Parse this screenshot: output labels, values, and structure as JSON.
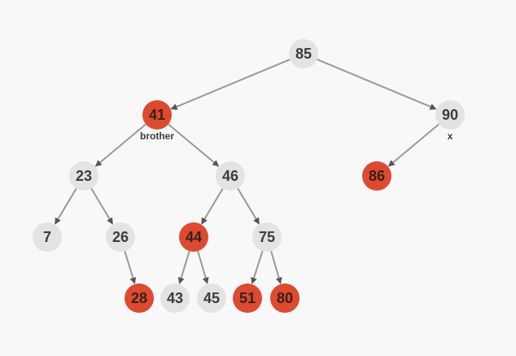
{
  "colors": {
    "black_node": "#e3e3e3",
    "red_node": "#dc4a30",
    "edge": "#999999"
  },
  "tree": {
    "nodes": [
      {
        "id": "n85",
        "label": "85",
        "color": "black"
      },
      {
        "id": "n41",
        "label": "41",
        "color": "red",
        "tag": "brother"
      },
      {
        "id": "n90",
        "label": "90",
        "color": "black",
        "tag": "x"
      },
      {
        "id": "n23",
        "label": "23",
        "color": "black"
      },
      {
        "id": "n46",
        "label": "46",
        "color": "black"
      },
      {
        "id": "n86",
        "label": "86",
        "color": "red"
      },
      {
        "id": "n7",
        "label": "7",
        "color": "black"
      },
      {
        "id": "n26",
        "label": "26",
        "color": "black"
      },
      {
        "id": "n44",
        "label": "44",
        "color": "red"
      },
      {
        "id": "n75",
        "label": "75",
        "color": "black"
      },
      {
        "id": "n28",
        "label": "28",
        "color": "red"
      },
      {
        "id": "n43",
        "label": "43",
        "color": "black"
      },
      {
        "id": "n45",
        "label": "45",
        "color": "black"
      },
      {
        "id": "n51",
        "label": "51",
        "color": "red"
      },
      {
        "id": "n80",
        "label": "80",
        "color": "red"
      }
    ],
    "edges": [
      [
        "n85",
        "n41"
      ],
      [
        "n85",
        "n90"
      ],
      [
        "n41",
        "n23"
      ],
      [
        "n41",
        "n46"
      ],
      [
        "n90",
        "n86"
      ],
      [
        "n23",
        "n7"
      ],
      [
        "n23",
        "n26"
      ],
      [
        "n46",
        "n44"
      ],
      [
        "n46",
        "n75"
      ],
      [
        "n26",
        "n28"
      ],
      [
        "n44",
        "n43"
      ],
      [
        "n44",
        "n45"
      ],
      [
        "n75",
        "n51"
      ],
      [
        "n75",
        "n80"
      ]
    ]
  }
}
